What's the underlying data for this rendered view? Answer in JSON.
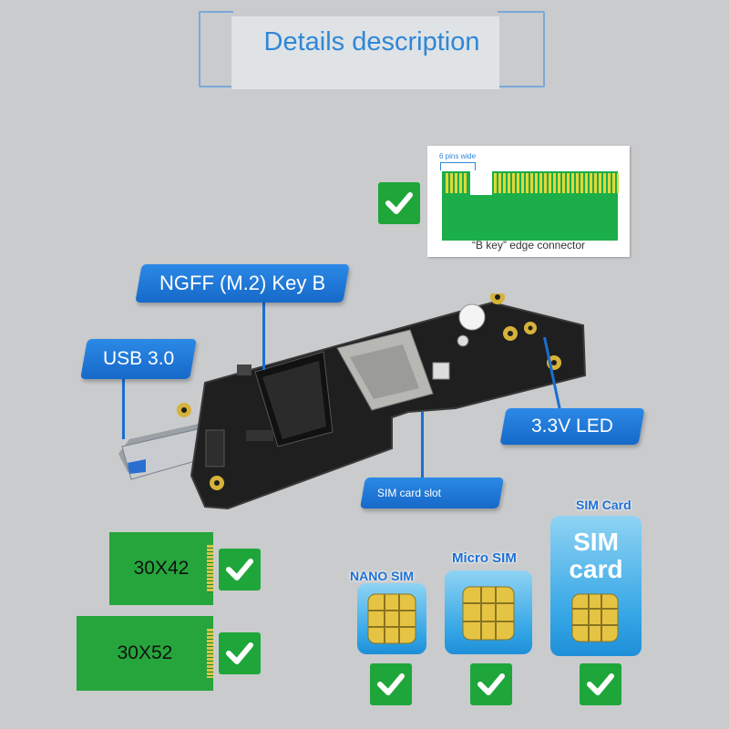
{
  "header": {
    "title": "Details description"
  },
  "edge_connector": {
    "pins_label": "6 pins wide",
    "caption": "“B key” edge connector"
  },
  "callouts": {
    "ngff": "NGFF (M.2) Key B",
    "usb": "USB 3.0",
    "led": "3.3V LED",
    "sim_slot": "SIM card slot"
  },
  "ssd_sizes": [
    "30X42",
    "30X52"
  ],
  "sim_types": {
    "nano": "NANO SIM",
    "micro": "Micro SIM",
    "standard": "SIM Card",
    "card_text_1": "SIM",
    "card_text_2": "card"
  },
  "colors": {
    "accent_blue": "#2c89e6",
    "check_green": "#1ea63a",
    "pcb_green": "#26a53c"
  },
  "icons": [
    "checkmark-icon"
  ]
}
